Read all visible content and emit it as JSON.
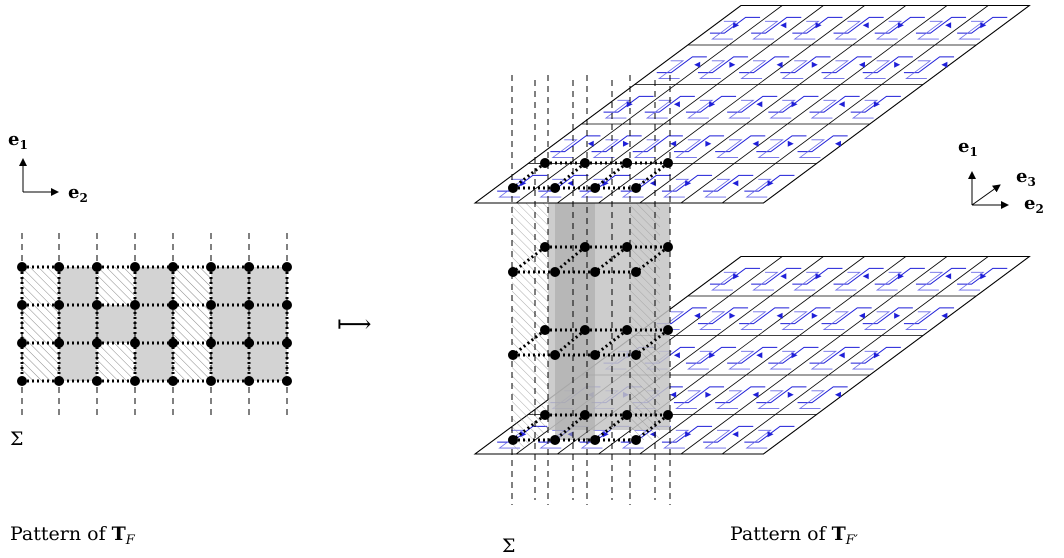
{
  "left_caption": "Pattern of ",
  "left_caption_math": "T",
  "left_caption_sub": "F",
  "right_caption": "Pattern of ",
  "right_caption_math": "T",
  "right_caption_sub": "F′",
  "sigma_left": "Σ",
  "sigma_right": "Σ",
  "maps_to": "⟼",
  "axes_2d": {
    "vertical": "e",
    "vertical_sub": "1",
    "horizontal": "e",
    "horizontal_sub": "2"
  },
  "axes_3d": {
    "up": "e",
    "up_sub": "1",
    "diag": "e",
    "diag_sub": "3",
    "right": "e",
    "right_sub": "2"
  },
  "colors": {
    "shade": "#d3d3d3",
    "dark_shade": "#a9a9a9",
    "hatch": "#808080",
    "arrow_blue": "#1f1fd8",
    "grid": "#000000"
  }
}
